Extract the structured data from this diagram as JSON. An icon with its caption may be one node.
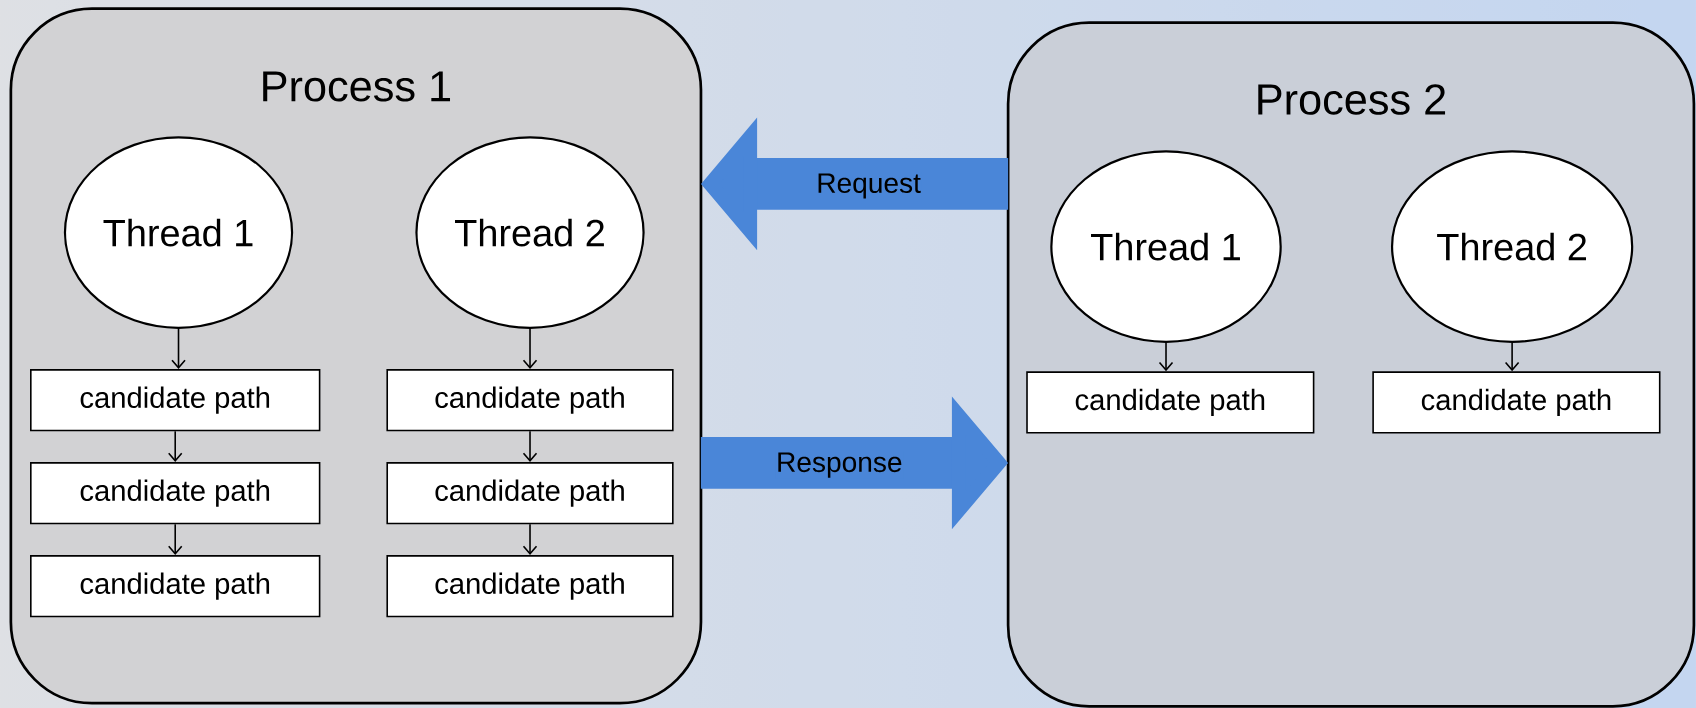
{
  "diagram": {
    "nodes": [
      {
        "text": [
          "Process 1"
        ]
      },
      {
        "text": [
          "Thread 1"
        ],
        "in": 0
      },
      {
        "text": [
          "Thread 2"
        ],
        "in": 0
      },
      {
        "text": [
          "candidate path"
        ],
        "in": 0
      },
      {
        "text": [
          "candidate path"
        ],
        "in": 0
      },
      {
        "text": [
          "candidate path"
        ],
        "in": 0
      },
      {
        "text": [
          "candidate path"
        ],
        "in": 0
      },
      {
        "text": [
          "candidate path"
        ],
        "in": 0
      },
      {
        "text": [
          "candidate path"
        ],
        "in": 0
      },
      {
        "text": [
          "Process 2"
        ]
      },
      {
        "text": [
          "Thread 1"
        ],
        "in": 9
      },
      {
        "text": [
          "Thread 2"
        ],
        "in": 9
      },
      {
        "text": [
          "candidate path"
        ],
        "in": 9
      },
      {
        "text": [
          "candidate path"
        ],
        "in": 9
      }
    ],
    "edges": [
      {
        "from": 9,
        "to": 0,
        "arrow": "to",
        "label": "Request",
        "style": "thick",
        "color": "#4a86d8"
      },
      {
        "from": 0,
        "to": 9,
        "arrow": "to",
        "label": "Response",
        "style": "thick",
        "color": "#4a86d8"
      },
      {
        "from": 1,
        "to": 3,
        "arrow": "to"
      },
      {
        "from": 3,
        "to": 4,
        "arrow": "to"
      },
      {
        "from": 4,
        "to": 5,
        "arrow": "to"
      },
      {
        "from": 2,
        "to": 6,
        "arrow": "to"
      },
      {
        "from": 6,
        "to": 7,
        "arrow": "to"
      },
      {
        "from": 7,
        "to": 8,
        "arrow": "to"
      },
      {
        "from": 10,
        "to": 12,
        "arrow": "to"
      },
      {
        "from": 11,
        "to": 13,
        "arrow": "to"
      }
    ]
  }
}
